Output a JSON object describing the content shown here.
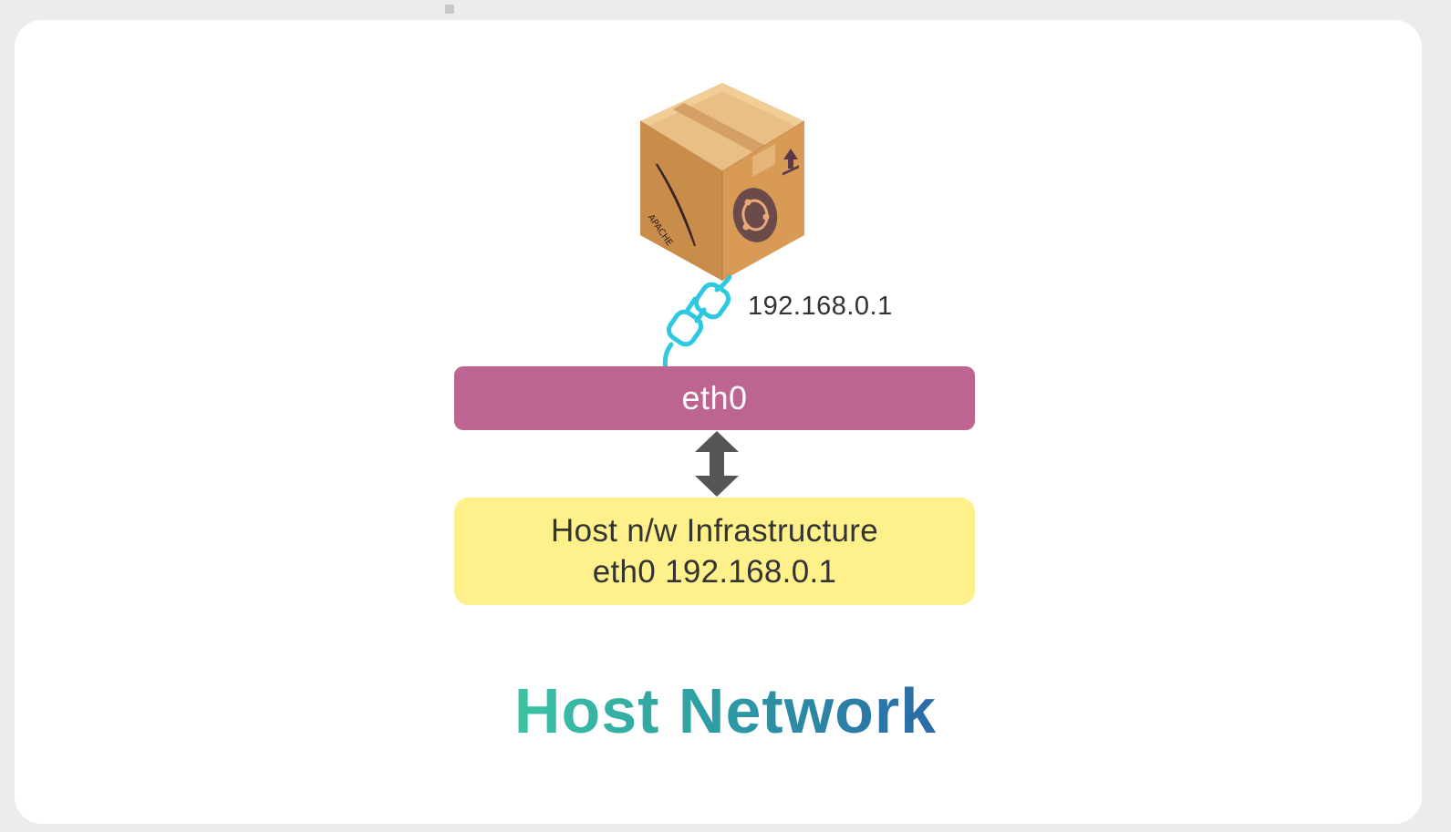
{
  "diagram": {
    "container_ip": "192.168.0.1",
    "interface_label": "eth0",
    "host_box": {
      "line1": "Host n/w Infrastructure",
      "line2": "eth0 192.168.0.1"
    },
    "title": "Host Network"
  },
  "icons": {
    "container": "cardboard-box-icon",
    "connector": "plug-connector-icon",
    "arrow": "double-arrow-icon"
  },
  "colors": {
    "interface_bar": "#bd6590",
    "host_box": "#fef08a",
    "plug": "#2ec8e0",
    "arrow": "#555555",
    "title_gradient_start": "#3dc3a4",
    "title_gradient_end": "#2a6aa8"
  }
}
